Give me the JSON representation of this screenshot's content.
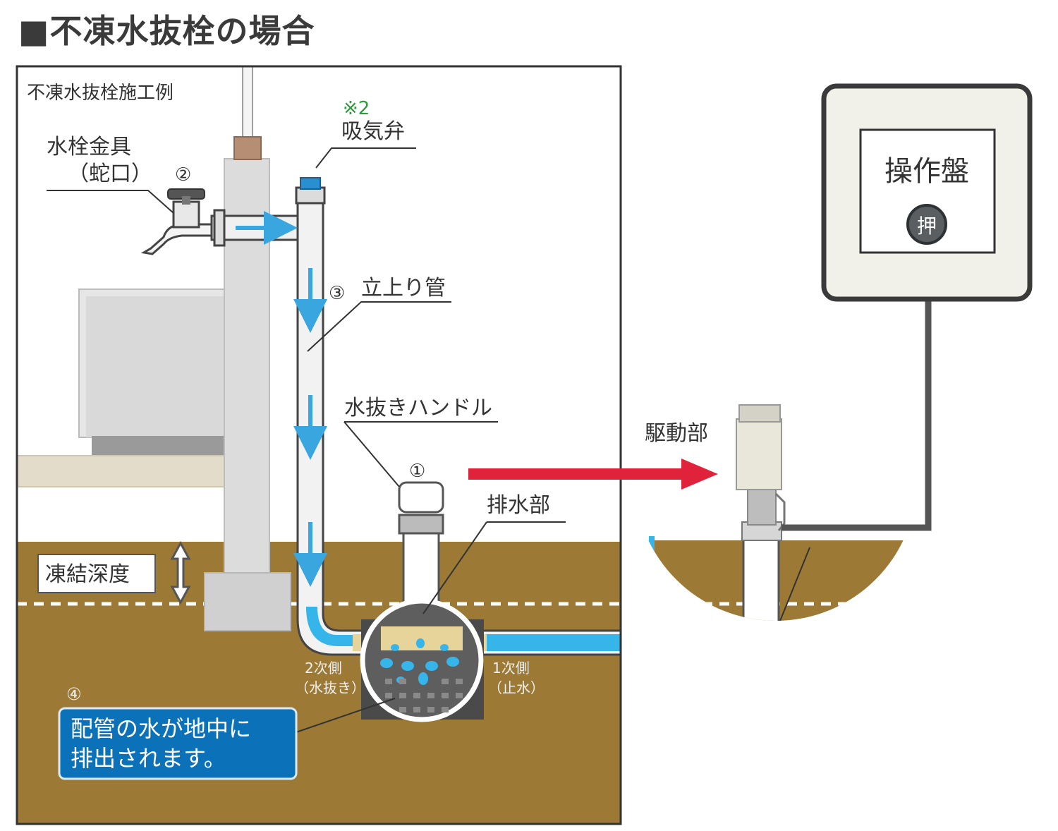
{
  "heading": "■不凍水抜栓の場合",
  "panel_title": "不凍水抜栓施工例",
  "labels": {
    "note_mark": "※2",
    "air_valve": "吸気弁",
    "faucet_line1": "水栓金具",
    "faucet_line2": "（蛇口）",
    "riser_pipe": "立上り管",
    "drain_handle": "水抜きハンドル",
    "drain_part": "排水部",
    "freeze_depth": "凍結深度",
    "secondary_side_line1": "2次側",
    "secondary_side_line2": "（水抜き）",
    "primary_side_line1": "1次側",
    "primary_side_line2": "（止水）",
    "callout_line1": "配管の水が地中に",
    "callout_line2": "排出されます。",
    "drive_unit": "駆動部",
    "control_panel": "操作盤",
    "push_button": "押"
  },
  "markers": {
    "m1": "①",
    "m2": "②",
    "m3": "③",
    "m4": "④"
  },
  "colors": {
    "soil": "#9c7a35",
    "water": "#36b5ea",
    "water_arrow": "#3aa6e0",
    "callout_bg": "#0b72b9",
    "red_arrow": "#e0223a",
    "pipe": "#e6e6e6",
    "frame_outline": "#333333",
    "note_green": "#2e9a3a"
  }
}
